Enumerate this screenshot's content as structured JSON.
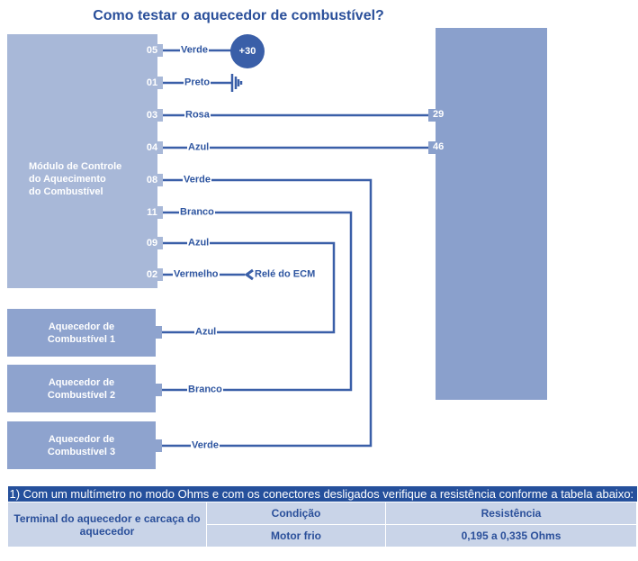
{
  "title": "Como testar o aquecedor de combustível?",
  "module": {
    "label_lines": [
      "Módulo de Controle",
      "do Aquecimento",
      "do Combustível"
    ]
  },
  "pins": [
    {
      "num": "05",
      "wire": "Verde"
    },
    {
      "num": "01",
      "wire": "Preto"
    },
    {
      "num": "03",
      "wire": "Rosa"
    },
    {
      "num": "04",
      "wire": "Azul"
    },
    {
      "num": "08",
      "wire": "Verde"
    },
    {
      "num": "11",
      "wire": "Branco"
    },
    {
      "num": "09",
      "wire": "Azul"
    },
    {
      "num": "02",
      "wire": "Vermelho"
    }
  ],
  "supply": "+30",
  "relay": "Relé do ECM",
  "ecm_pins": [
    "29",
    "46"
  ],
  "heaters": [
    {
      "lines": [
        "Aquecedor de",
        "Combustível 1"
      ],
      "wire": "Azul"
    },
    {
      "lines": [
        "Aquecedor de",
        "Combustível 2"
      ],
      "wire": "Branco"
    },
    {
      "lines": [
        "Aquecedor de",
        "Combustível 3"
      ],
      "wire": "Verde"
    }
  ],
  "table": {
    "instruction": "1) Com um multímetro no modo Ohms e com os conectores desligados verifique a resistência conforme a tabela abaixo:",
    "row_label": "Terminal do aquecedor e carcaça do aquecedor",
    "headers": [
      "Condição",
      "Resistência"
    ],
    "values": [
      "Motor frio",
      "0,195 a 0,335 Ohms"
    ]
  }
}
